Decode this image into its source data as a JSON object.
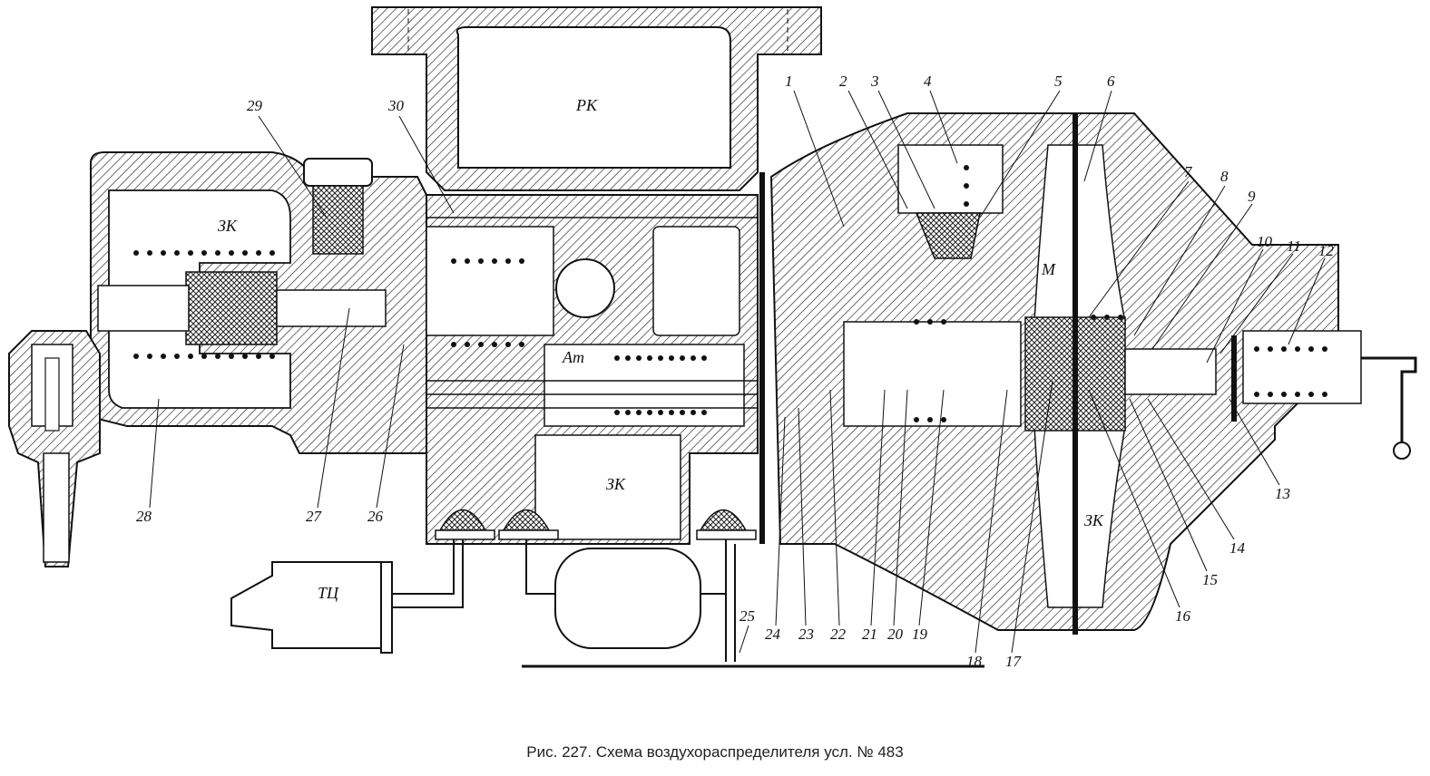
{
  "figure": {
    "caption": "Рис. 227. Схема воздухораспределителя усл. № 483"
  },
  "zones": {
    "rk": "РК",
    "zk_left": "ЗК",
    "zk_mid": "ЗК",
    "zk_right": "ЗК",
    "m": "М",
    "at": "Ат",
    "tc": "ТЦ"
  },
  "callouts": [
    "1",
    "2",
    "3",
    "4",
    "5",
    "6",
    "7",
    "8",
    "9",
    "10",
    "11",
    "12",
    "13",
    "14",
    "15",
    "16",
    "17",
    "18",
    "19",
    "20",
    "21",
    "22",
    "23",
    "24",
    "25",
    "26",
    "27",
    "28",
    "29",
    "30"
  ],
  "icons": [
    "hatch-pattern",
    "spring-coil",
    "diaphragm"
  ]
}
